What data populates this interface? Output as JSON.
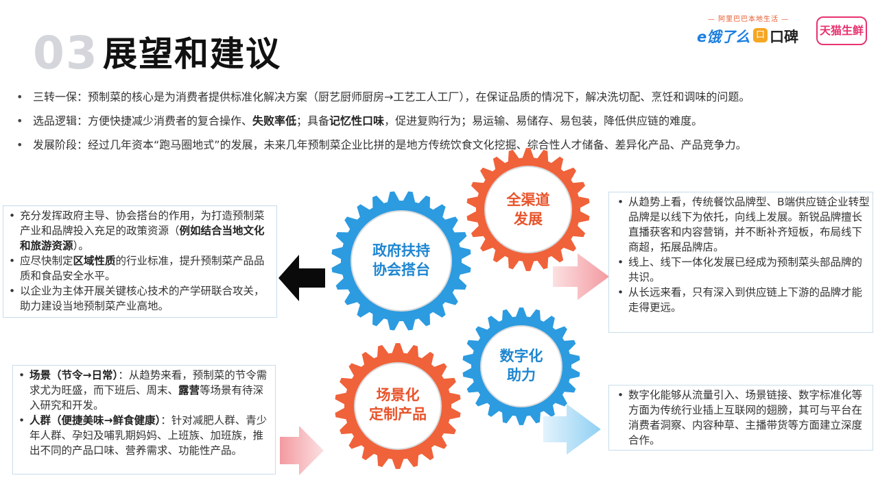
{
  "header": {
    "number": "03",
    "title": "展望和建议"
  },
  "logos": {
    "tagline": "— 阿里巴巴本地生活 —",
    "eleme": "e饿了么",
    "koubei_mark": "口",
    "koubei": "口碑",
    "tmall": "天猫生鲜"
  },
  "summary": [
    {
      "text": "三转一保：预制菜的核心是为消费者提供标准化解决方案（厨艺厨师厨房→工艺工人工厂），在保证品质的情况下，解决洗切配、烹饪和调味的问题。"
    },
    {
      "pre": "选品逻辑：方便快捷减少消费者的复合操作、",
      "b1": "失败率低",
      "mid": "；具备",
      "b2": "记忆性口味",
      "post": "，促进复购行为；易运输、易储存、易包装，降低供应链的难度。"
    },
    {
      "text": "发展阶段：经过几年资本“跑马圈地式”的发展，未来几年预制菜企业比拼的是地方传统饮食文化挖掘、综合性人才储备、差异化产品、产品竞争力。"
    }
  ],
  "gears": {
    "government": {
      "line1": "政府扶持",
      "line2": "协会搭台",
      "color": "#2c9be0"
    },
    "channel": {
      "line1": "全渠道",
      "line2": "发展",
      "color": "#f0623a"
    },
    "digital": {
      "line1": "数字化",
      "line2": "助力",
      "color": "#2c9be0"
    },
    "scene": {
      "line1": "场景化",
      "line2": "定制产品",
      "color": "#f0623a"
    }
  },
  "government_box": {
    "b1_pre": "充分发挥政府主导、协会搭台的作用，为打造预制菜产业和品牌投入充足的政策资源（",
    "b1_bold": "例如结合当地文化和旅游资源",
    "b1_post": "）。",
    "b2_pre": "应尽快制定",
    "b2_bold": "区域性质",
    "b2_post": "的行业标准，提升预制菜产品品质和食品安全水平。",
    "b3": "以企业为主体开展关键核心技术的产学研联合攻关，助力建设当地预制菜产业高地。"
  },
  "channel_box": {
    "b1": "从趋势上看，传统餐饮品牌型、B端供应链企业转型品牌是以线下为依托，向线上发展。新锐品牌擅长直播获客和内容营销，并不断补齐短板，布局线下商超，拓展品牌店。",
    "b2": "线上、线下一体化发展已经成为预制菜头部品牌的共识。",
    "b3": "从长远来看，只有深入到供应链上下游的品牌才能走得更远。"
  },
  "digital_box": {
    "b1": "数字化能够从流量引入、场景链接、数字标准化等方面为传统行业插上互联网的翅膀，其可与平台在消费者洞察、内容种草、主播带货等方面建立深度合作。"
  },
  "scene_box": {
    "b1_bold": "场景（节令→日常）",
    "b1_mid": "：从趋势来看，预制菜的节令需求尤为旺盛，而下班后、周末、",
    "b1_bold2": "露营",
    "b1_post": "等场景有待深入研究和开发。",
    "b2_bold": "人群（便捷美味→鲜食健康）",
    "b2_post": "：针对减肥人群、青少年人群、孕妇及哺乳期妈妈、上班族、加班族，推出不同的产品口味、营养需求、功能性产品。"
  }
}
